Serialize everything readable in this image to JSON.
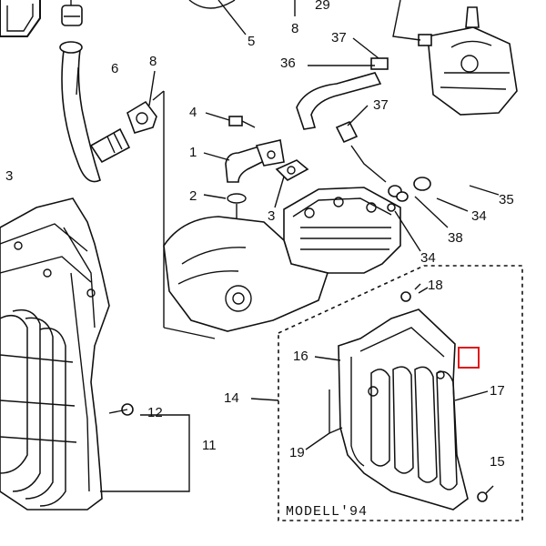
{
  "diagram": {
    "labels": {
      "l1": "1",
      "l2": "2",
      "l3": "3",
      "l4": "4",
      "l5": "5",
      "l6": "6",
      "l8a": "8",
      "l8b": "8",
      "l11": "11",
      "l12": "12",
      "l14": "14",
      "l15": "15",
      "l16": "16",
      "l17": "17",
      "l18": "18",
      "l19": "19",
      "l29": "29",
      "l34a": "34",
      "l34b": "34",
      "l35": "35",
      "l36": "36",
      "l37a": "37",
      "l37b": "37",
      "l38": "38",
      "l3left": "3"
    },
    "inset_caption": "MODELL'94",
    "highlight_color": "#e01818"
  }
}
